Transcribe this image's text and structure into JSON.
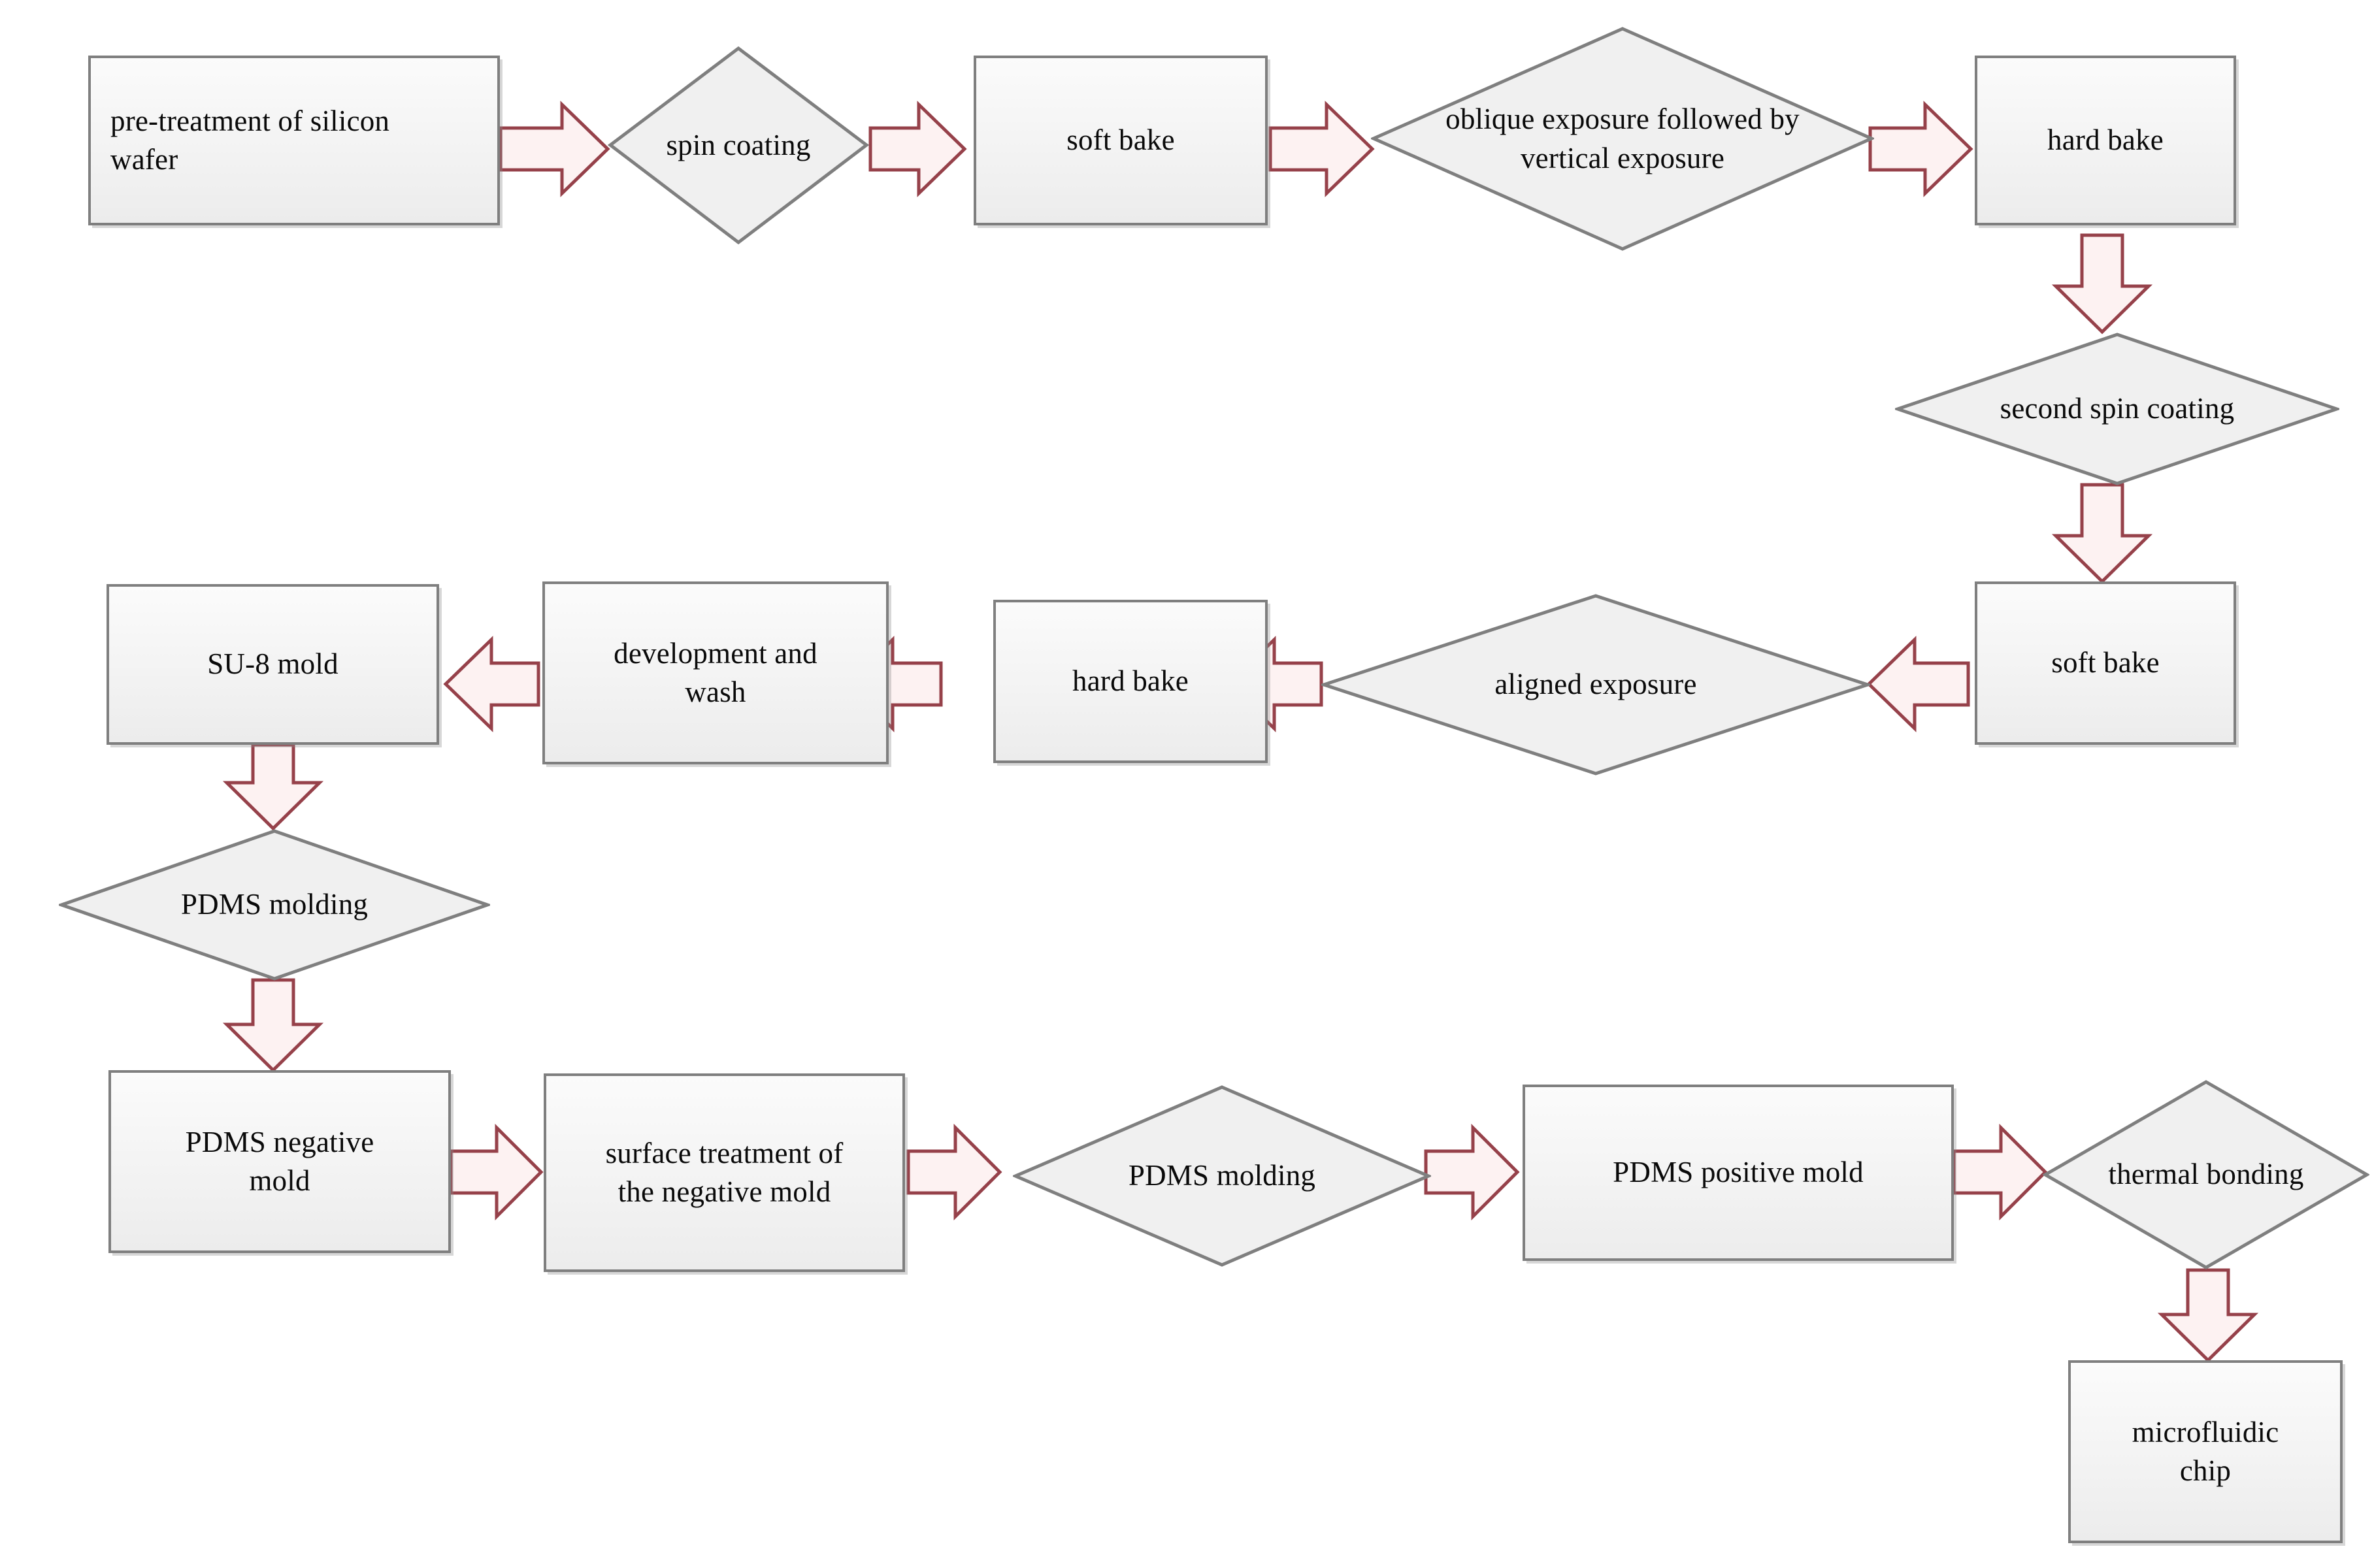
{
  "diagram": {
    "title": "microfluidic chip fabrication process flowchart",
    "type": "flowchart",
    "colors": {
      "box_fill": "#f2f2f2",
      "box_border": "#7f7f7f",
      "diamond_fill": "#f0f0f0",
      "diamond_border": "#7f7f7f",
      "arrow_stroke": "#96414a",
      "arrow_fill": "#fdf2f2",
      "text": "#0a0a0a",
      "background": "#ffffff"
    },
    "nodes": [
      {
        "id": "n1",
        "shape": "rect",
        "label": "pre-treatment of silicon wafer"
      },
      {
        "id": "n2",
        "shape": "diamond",
        "label": "spin coating"
      },
      {
        "id": "n3",
        "shape": "rect",
        "label": "soft bake"
      },
      {
        "id": "n4",
        "shape": "diamond",
        "label": "oblique exposure followed  by vertical exposure"
      },
      {
        "id": "n5",
        "shape": "rect",
        "label": "hard bake"
      },
      {
        "id": "n6",
        "shape": "diamond",
        "label": "second spin coating"
      },
      {
        "id": "n7",
        "shape": "rect",
        "label": "soft bake"
      },
      {
        "id": "n8",
        "shape": "diamond",
        "label": "aligned exposure"
      },
      {
        "id": "n9",
        "shape": "rect",
        "label": "hard bake"
      },
      {
        "id": "n10",
        "shape": "rect",
        "label": "development and wash"
      },
      {
        "id": "n11",
        "shape": "rect",
        "label": "SU-8 mold"
      },
      {
        "id": "n12",
        "shape": "diamond",
        "label": "PDMS molding"
      },
      {
        "id": "n13",
        "shape": "rect",
        "label": "PDMS negative mold"
      },
      {
        "id": "n14",
        "shape": "rect",
        "label": "surface treatment of the negative mold"
      },
      {
        "id": "n15",
        "shape": "diamond",
        "label": "PDMS molding"
      },
      {
        "id": "n16",
        "shape": "rect",
        "label": "PDMS positive mold"
      },
      {
        "id": "n17",
        "shape": "diamond",
        "label": "thermal bonding"
      },
      {
        "id": "n18",
        "shape": "rect",
        "label": "microfluidic chip"
      }
    ],
    "node_lines": {
      "n1": [
        "pre-treatment of silicon",
        "wafer"
      ],
      "n2": [
        "spin coating"
      ],
      "n3": [
        "soft bake"
      ],
      "n4": [
        "oblique exposure followed  by",
        "vertical exposure"
      ],
      "n5": [
        "hard bake"
      ],
      "n6": [
        "second spin coating"
      ],
      "n7": [
        "soft bake"
      ],
      "n8": [
        "aligned exposure"
      ],
      "n9": [
        "hard bake"
      ],
      "n10": [
        "development and",
        "wash"
      ],
      "n11": [
        "SU-8 mold"
      ],
      "n12": [
        "PDMS molding"
      ],
      "n13": [
        "PDMS negative",
        "mold"
      ],
      "n14": [
        "surface treatment of",
        "the negative mold"
      ],
      "n15": [
        "PDMS molding"
      ],
      "n16": [
        "PDMS positive mold"
      ],
      "n17": [
        "thermal bonding"
      ],
      "n18": [
        "microfluidic",
        "chip"
      ]
    },
    "edges": [
      {
        "from": "n1",
        "to": "n2",
        "direction": "right"
      },
      {
        "from": "n2",
        "to": "n3",
        "direction": "right"
      },
      {
        "from": "n3",
        "to": "n4",
        "direction": "right"
      },
      {
        "from": "n4",
        "to": "n5",
        "direction": "right"
      },
      {
        "from": "n5",
        "to": "n6",
        "direction": "down"
      },
      {
        "from": "n6",
        "to": "n7",
        "direction": "down"
      },
      {
        "from": "n7",
        "to": "n8",
        "direction": "left"
      },
      {
        "from": "n8",
        "to": "n9",
        "direction": "left"
      },
      {
        "from": "n9",
        "to": "n10",
        "direction": "left"
      },
      {
        "from": "n10",
        "to": "n11",
        "direction": "left"
      },
      {
        "from": "n11",
        "to": "n12",
        "direction": "down"
      },
      {
        "from": "n12",
        "to": "n13",
        "direction": "down"
      },
      {
        "from": "n13",
        "to": "n14",
        "direction": "right"
      },
      {
        "from": "n14",
        "to": "n15",
        "direction": "right"
      },
      {
        "from": "n15",
        "to": "n16",
        "direction": "right"
      },
      {
        "from": "n16",
        "to": "n17",
        "direction": "right"
      },
      {
        "from": "n17",
        "to": "n18",
        "direction": "down"
      }
    ]
  }
}
